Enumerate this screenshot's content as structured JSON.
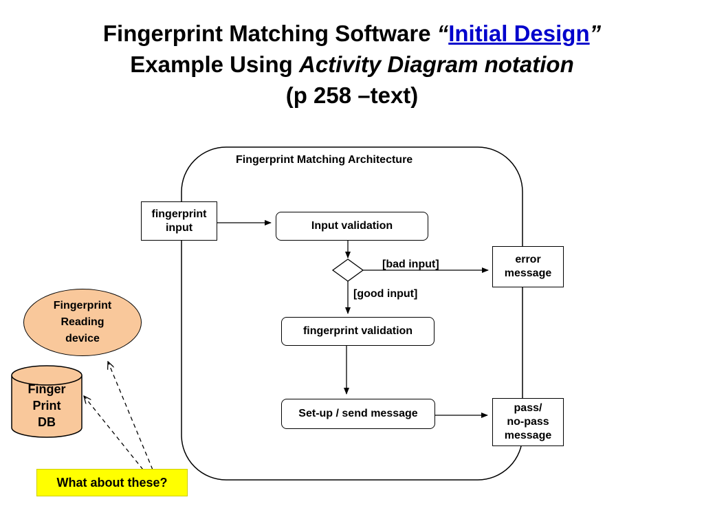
{
  "title": {
    "line1_prefix": "Fingerprint Matching Software ",
    "open_quote": "“",
    "link_text": "Initial Design",
    "close_quote": "”",
    "line2_prefix": "Example Using ",
    "line2_italic": "Activity Diagram notation",
    "line3": "(p 258 –text)"
  },
  "architecture": {
    "label": "Fingerprint Matching Architecture"
  },
  "nodes": {
    "fingerprint_input": "fingerprint\ninput",
    "input_validation": "Input validation",
    "fingerprint_validation": "fingerprint validation",
    "setup_send": "Set-up / send message",
    "error_message": "error\nmessage",
    "pass_message": "pass/\nno-pass\nmessage"
  },
  "guards": {
    "bad_input": "[bad input]",
    "good_input": "[good input]"
  },
  "external": {
    "reading_device": "Fingerprint\nReading\ndevice",
    "db": "Finger\nPrint\nDB",
    "note": "What about these?"
  },
  "colors": {
    "device_fill": "#f9c89b",
    "db_fill": "#f9c89b",
    "note_fill": "#ffff00",
    "link": "#0000cc"
  }
}
